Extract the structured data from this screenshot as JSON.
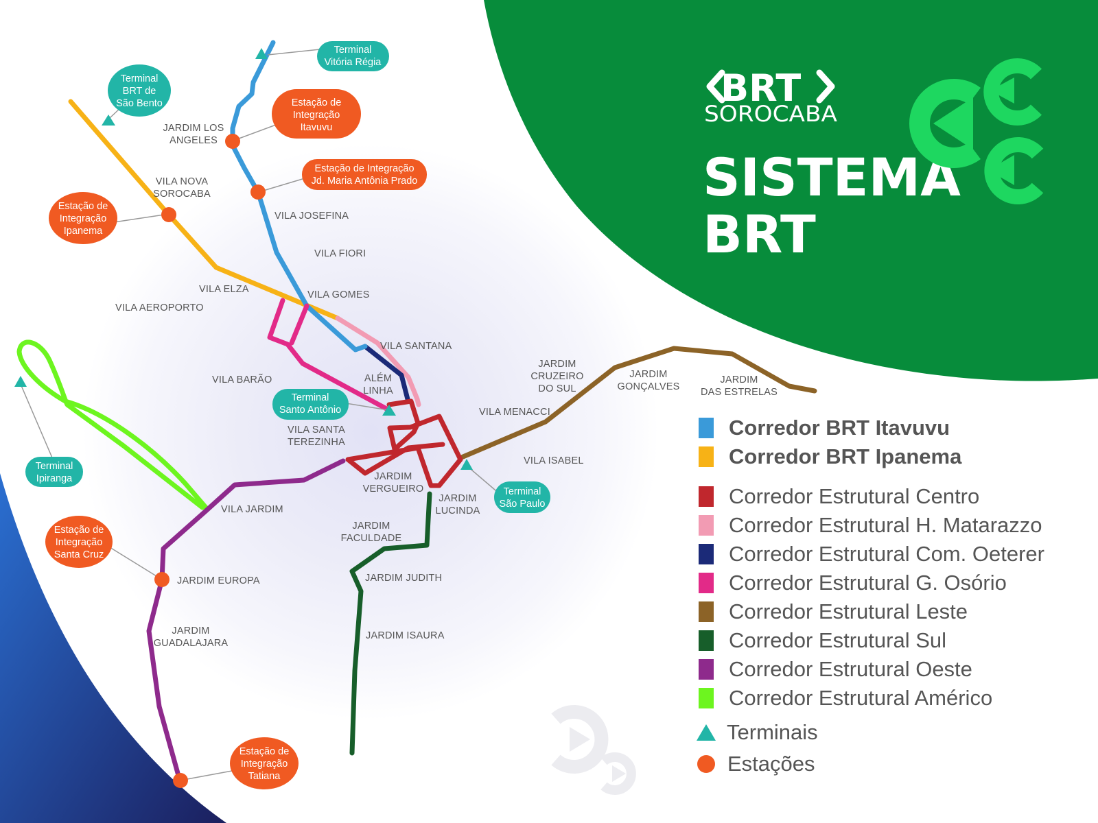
{
  "header": {
    "logo_top": "BRT",
    "logo_bottom": "SOROCABA",
    "title_line1": "SISTEMA",
    "title_line2": "BRT"
  },
  "colors": {
    "green_panel": "#078c3b",
    "chevron_green": "#1ed760",
    "teal": "#22b5a7",
    "orange": "#f05a22",
    "navy_corner": "#1a2a6c"
  },
  "legend": [
    {
      "label": "Corredor BRT Itavuvu",
      "color": "#3a9ad9",
      "bold": true
    },
    {
      "label": "Corredor BRT Ipanema",
      "color": "#f7b216",
      "bold": true
    },
    {
      "label": "Corredor Estrutural Centro",
      "color": "#c0272d",
      "bold": false
    },
    {
      "label": "Corredor Estrutural H. Matarazzo",
      "color": "#f29bb3",
      "bold": false
    },
    {
      "label": "Corredor Estrutural Com. Oeterer",
      "color": "#1b2a78",
      "bold": false
    },
    {
      "label": "Corredor Estrutural G. Osório",
      "color": "#e22a88",
      "bold": false
    },
    {
      "label": "Corredor Estrutural Leste",
      "color": "#8c6327",
      "bold": false
    },
    {
      "label": "Corredor Estrutural Sul",
      "color": "#175e2a",
      "bold": false
    },
    {
      "label": "Corredor Estrutural Oeste",
      "color": "#8e2a8c",
      "bold": false
    },
    {
      "label": "Corredor Estrutural Américo",
      "color": "#6df51f",
      "bold": false
    }
  ],
  "legend_symbols": {
    "terminais": "Terminais",
    "estacoes": "Estações"
  },
  "neighborhoods": {
    "jardim_los_angeles": [
      "JARDIM LOS",
      "ANGELES"
    ],
    "vila_nova_sorocaba": [
      "VILA NOVA",
      "SOROCABA"
    ],
    "vila_josefina": [
      "VILA JOSEFINA"
    ],
    "vila_fiori": [
      "VILA FIORI"
    ],
    "vila_elza": [
      "VILA ELZA"
    ],
    "vila_gomes": [
      "VILA GOMES"
    ],
    "vila_aeroporto": [
      "VILA AEROPORTO"
    ],
    "vila_santana": [
      "VILA SANTANA"
    ],
    "vila_barao": [
      "VILA BARÃO"
    ],
    "alem_linha": [
      "ALÉM",
      "LINHA"
    ],
    "jardim_cruzeiro_do_sul": [
      "JARDIM",
      "CRUZEIRO",
      "DO SUL"
    ],
    "jardim_goncalves": [
      "JARDIM",
      "GONÇALVES"
    ],
    "jardim_das_estrelas": [
      "JARDIM",
      "DAS ESTRELAS"
    ],
    "vila_menacci": [
      "VILA MENACCI"
    ],
    "vila_santa_terezinha": [
      "VILA SANTA",
      "TEREZINHA"
    ],
    "vila_isabel": [
      "VILA ISABEL"
    ],
    "jardim_vergueiro": [
      "JARDIM",
      "VERGUEIRO"
    ],
    "jardim_lucinda": [
      "JARDIM",
      "LUCINDA"
    ],
    "vila_jardim": [
      "VILA JARDIM"
    ],
    "jardim_faculdade": [
      "JARDIM",
      "FACULDADE"
    ],
    "jardim_judith": [
      "JARDIM JUDITH"
    ],
    "jardim_europa": [
      "JARDIM EUROPA"
    ],
    "jardim_guadalajara": [
      "JARDIM",
      "GUADALAJARA"
    ],
    "jardim_isaura": [
      "JARDIM ISAURA"
    ]
  },
  "callouts": {
    "terminal_vitoria_regia": [
      "Terminal",
      "Vitória Régia"
    ],
    "terminal_sao_bento": [
      "Terminal",
      "BRT de",
      "São Bento"
    ],
    "estacao_itavuvu": [
      "Estação de",
      "Integração",
      "Itavuvu"
    ],
    "estacao_maria_antonia": [
      "Estação de Integração",
      "Jd. Maria Antônia Prado"
    ],
    "estacao_ipanema": [
      "Estação de",
      "Integração",
      "Ipanema"
    ],
    "terminal_santo_antonio": [
      "Terminal",
      "Santo Antônio"
    ],
    "terminal_ipiranga": [
      "Terminal",
      "Ipiranga"
    ],
    "terminal_sao_paulo": [
      "Terminal",
      "São Paulo"
    ],
    "estacao_santa_cruz": [
      "Estação de",
      "Integração",
      "Santa Cruz"
    ],
    "estacao_tatiana": [
      "Estação de",
      "Integração",
      "Tatiana"
    ]
  }
}
